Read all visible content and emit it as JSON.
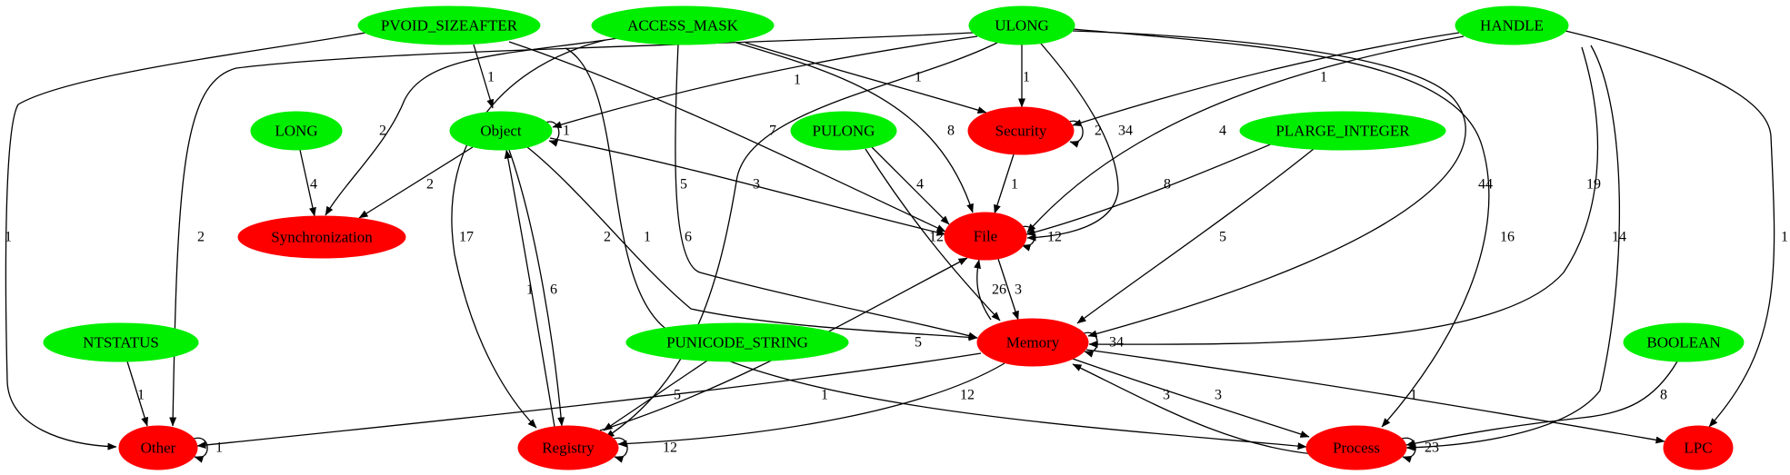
{
  "colors": {
    "type_node": "#00ee00",
    "category_node": "#ff0000",
    "edge": "#000000"
  },
  "nodes": {
    "PVOID_SIZEAFTER": "PVOID_SIZEAFTER",
    "ACCESS_MASK": "ACCESS_MASK",
    "ULONG": "ULONG",
    "HANDLE": "HANDLE",
    "LONG": "LONG",
    "Object": "Object",
    "PULONG": "PULONG",
    "Security": "Security",
    "PLARGE_INTEGER": "PLARGE_INTEGER",
    "Synchronization": "Synchronization",
    "File": "File",
    "NTSTATUS": "NTSTATUS",
    "PUNICODE_STRING": "PUNICODE_STRING",
    "Memory": "Memory",
    "BOOLEAN": "BOOLEAN",
    "Other": "Other",
    "Registry": "Registry",
    "Process": "Process",
    "LPC": "LPC"
  },
  "edges": [
    {
      "from": "PVOID_SIZEAFTER",
      "to": "Other",
      "label": "1"
    },
    {
      "from": "PVOID_SIZEAFTER",
      "to": "Object",
      "label": "1"
    },
    {
      "from": "PVOID_SIZEAFTER",
      "to": "File",
      "label": "7"
    },
    {
      "from": "PVOID_SIZEAFTER",
      "to": "Process",
      "label": "2"
    },
    {
      "from": "ACCESS_MASK",
      "to": "Synchronization",
      "label": "2"
    },
    {
      "from": "ACCESS_MASK",
      "to": "Registry",
      "label": "17"
    },
    {
      "from": "ACCESS_MASK",
      "to": "Memory",
      "label": "5"
    },
    {
      "from": "ACCESS_MASK",
      "to": "File",
      "label": "8"
    },
    {
      "from": "ACCESS_MASK",
      "to": "Security",
      "label": "1"
    },
    {
      "from": "ULONG",
      "to": "Other",
      "label": "2"
    },
    {
      "from": "ULONG",
      "to": "Object",
      "label": "1"
    },
    {
      "from": "ULONG",
      "to": "Registry",
      "label": "6"
    },
    {
      "from": "ULONG",
      "to": "Security",
      "label": "1"
    },
    {
      "from": "ULONG",
      "to": "File",
      "label": "34"
    },
    {
      "from": "ULONG",
      "to": "Memory",
      "label": "44"
    },
    {
      "from": "ULONG",
      "to": "Process",
      "label": "16"
    },
    {
      "from": "HANDLE",
      "to": "Security",
      "label": "1"
    },
    {
      "from": "HANDLE",
      "to": "File",
      "label": "4"
    },
    {
      "from": "HANDLE",
      "to": "Memory",
      "label": "19"
    },
    {
      "from": "HANDLE",
      "to": "Process",
      "label": "14"
    },
    {
      "from": "HANDLE",
      "to": "LPC",
      "label": "1"
    },
    {
      "from": "LONG",
      "to": "Synchronization",
      "label": "4"
    },
    {
      "from": "Object",
      "to": "Object",
      "label": "1",
      "self": true
    },
    {
      "from": "Object",
      "to": "Synchronization",
      "label": "2"
    },
    {
      "from": "Object",
      "to": "File",
      "label": "3"
    },
    {
      "from": "Object",
      "to": "Memory",
      "label": "1"
    },
    {
      "from": "Object",
      "to": "Registry",
      "label": "6"
    },
    {
      "from": "PULONG",
      "to": "File",
      "label": "4"
    },
    {
      "from": "PULONG",
      "to": "Memory",
      "label": "12"
    },
    {
      "from": "Security",
      "to": "Security",
      "label": "2",
      "self": true
    },
    {
      "from": "Security",
      "to": "File",
      "label": "1"
    },
    {
      "from": "PLARGE_INTEGER",
      "to": "File",
      "label": "8"
    },
    {
      "from": "PLARGE_INTEGER",
      "to": "Memory",
      "label": "5"
    },
    {
      "from": "File",
      "to": "File",
      "label": "12",
      "self": true
    },
    {
      "from": "File",
      "to": "Memory",
      "label": "3"
    },
    {
      "from": "Memory",
      "to": "File",
      "label": "26"
    },
    {
      "from": "NTSTATUS",
      "to": "Other",
      "label": "1"
    },
    {
      "from": "PUNICODE_STRING",
      "to": "Registry",
      "label": "5"
    },
    {
      "from": "Memory",
      "to": "Memory",
      "label": "34",
      "self": true
    },
    {
      "from": "Memory",
      "to": "Other",
      "label": "1"
    },
    {
      "from": "Memory",
      "to": "Registry",
      "label": "12"
    },
    {
      "from": "Memory",
      "to": "Process",
      "label": "3"
    },
    {
      "from": "Memory",
      "to": "LPC",
      "label": "1"
    },
    {
      "from": "Process",
      "to": "Memory",
      "label": "3"
    },
    {
      "from": "BOOLEAN",
      "to": "Process",
      "label": "8"
    },
    {
      "from": "Registry",
      "to": "Object",
      "label": "1"
    },
    {
      "from": "Registry",
      "to": "File",
      "label": "5"
    },
    {
      "from": "Other",
      "to": "Other",
      "label": "1",
      "self": true
    },
    {
      "from": "Registry",
      "to": "Registry",
      "label": "12",
      "self": true
    },
    {
      "from": "Process",
      "to": "Process",
      "label": "23",
      "self": true
    }
  ]
}
